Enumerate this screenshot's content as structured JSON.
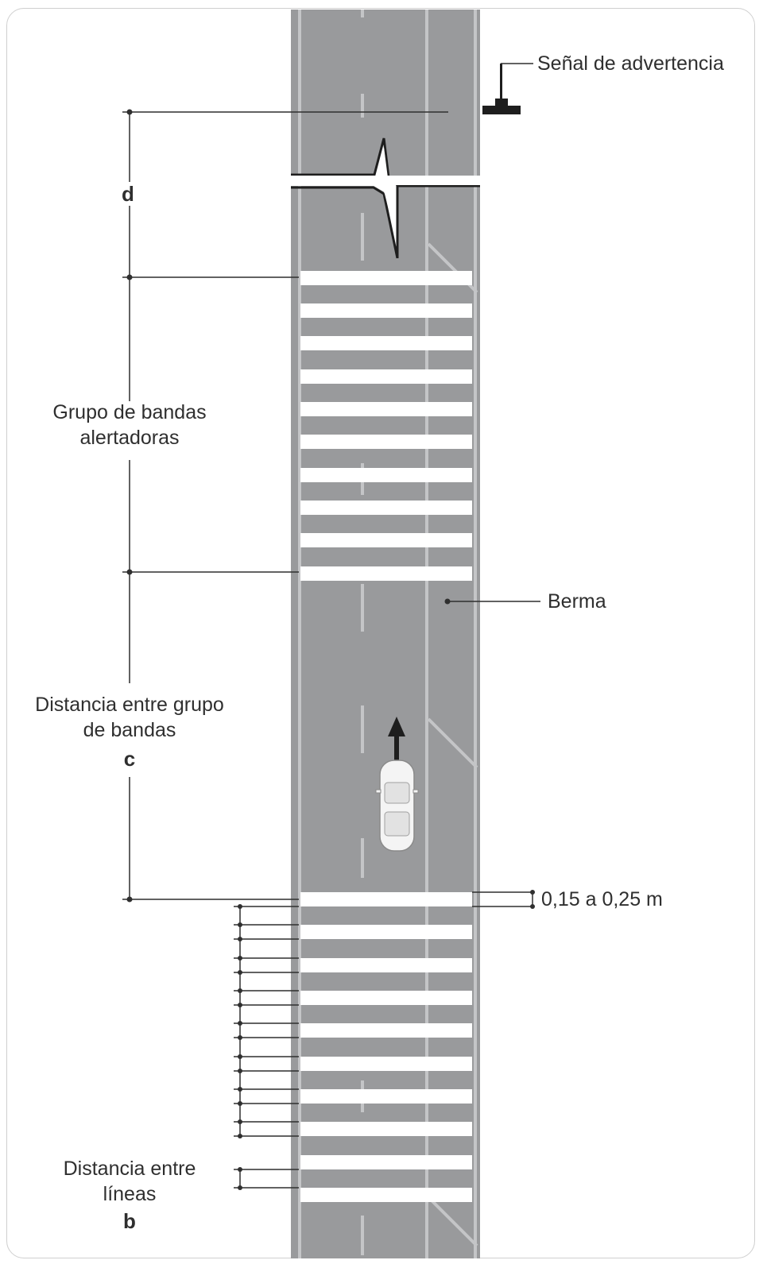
{
  "labels": {
    "warning_sign": "Señal de advertencia",
    "d": "d",
    "band_group_line1": "Grupo de bandas",
    "band_group_line2": "alertadoras",
    "shoulder": "Berma",
    "group_distance_line1": "Distancia entre grupo",
    "group_distance_line2": "de bandas",
    "c": "c",
    "band_width": "0,15 a 0,25 m",
    "line_distance_line1": "Distancia entre",
    "line_distance_line2": "líneas",
    "b": "b"
  },
  "colors": {
    "road": "#999a9c",
    "shoulder_line": "#c4c5c7",
    "band": "#ffffff",
    "dimension_line": "#2f2f2f"
  },
  "diagram": {
    "bands_per_group": 10,
    "groups_shown": 2
  }
}
